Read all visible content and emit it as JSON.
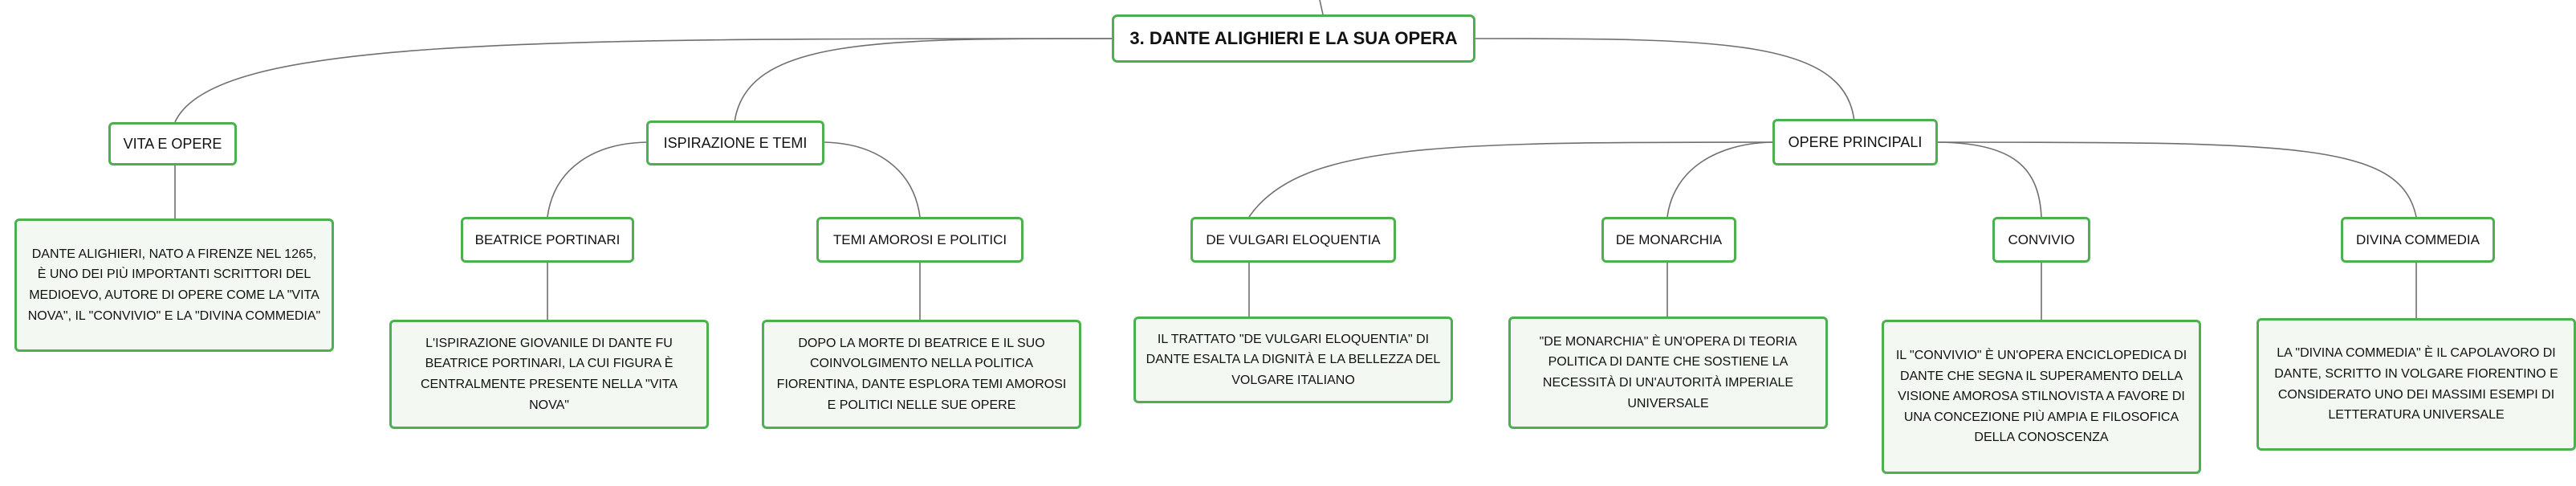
{
  "root": {
    "label": "3. DANTE ALIGHIERI E LA SUA OPERA"
  },
  "branches": {
    "vita": {
      "label": "VITA E OPERE",
      "text": "DANTE ALIGHIERI, NATO A FIRENZE NEL 1265, È UNO DEI PIÙ IMPORTANTI SCRITTORI DEL MEDIOEVO, AUTORE DI OPERE COME LA \"VITA NOVA\", IL \"CONVIVIO\" E LA \"DIVINA COMMEDIA\""
    },
    "ispirazione": {
      "label": "ISPIRAZIONE E TEMI",
      "children": [
        {
          "label": "BEATRICE PORTINARI",
          "text": "L'ISPIRAZIONE GIOVANILE DI DANTE FU BEATRICE PORTINARI, LA CUI FIGURA È CENTRALMENTE PRESENTE NELLA \"VITA NOVA\""
        },
        {
          "label": "TEMI AMOROSI E POLITICI",
          "text": "DOPO LA MORTE DI BEATRICE E IL SUO COINVOLGIMENTO NELLA POLITICA FIORENTINA, DANTE ESPLORA TEMI AMOROSI E POLITICI NELLE SUE OPERE"
        }
      ]
    },
    "opere": {
      "label": "OPERE PRINCIPALI",
      "children": [
        {
          "label": "DE VULGARI ELOQUENTIA",
          "text": "IL TRATTATO \"DE VULGARI ELOQUENTIA\" DI DANTE ESALTA LA DIGNITÀ E LA BELLEZZA DEL VOLGARE ITALIANO"
        },
        {
          "label": "DE MONARCHIA",
          "text": "\"DE MONARCHIA\" È UN'OPERA DI TEORIA POLITICA DI DANTE CHE SOSTIENE LA NECESSITÀ DI UN'AUTORITÀ IMPERIALE UNIVERSALE"
        },
        {
          "label": "CONVIVIO",
          "text": "IL \"CONVIVIO\" È UN'OPERA ENCICLOPEDICA DI DANTE CHE SEGNA IL SUPERAMENTO DELLA VISIONE AMOROSA STILNOVISTA A FAVORE DI UNA CONCEZIONE PIÙ AMPIA E FILOSOFICA DELLA CONOSCENZA"
        },
        {
          "label": "DIVINA COMMEDIA",
          "text": "LA \"DIVINA COMMEDIA\" È IL CAPOLAVORO DI DANTE, SCRITTO IN VOLGARE FIORENTINO E CONSIDERATO UNO DEI MASSIMI ESEMPI DI LETTERATURA UNIVERSALE"
        }
      ]
    }
  },
  "colors": {
    "border": "#4caf50",
    "leaf_fill": "#f3f9f2",
    "connector": "#6f6f6f"
  }
}
